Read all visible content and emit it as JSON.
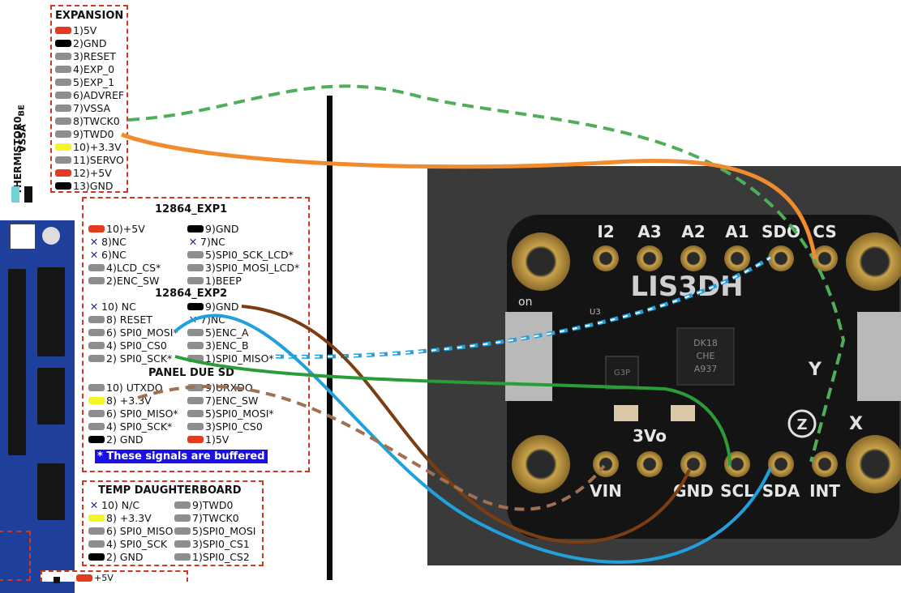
{
  "expansion": {
    "title": "EXPANSION",
    "pins": [
      {
        "label": "1)5V",
        "color": "#e23c1e"
      },
      {
        "label": "2)GND",
        "color": "#000000"
      },
      {
        "label": "3)RESET",
        "color": "#8e8e8e"
      },
      {
        "label": "4)EXP_0",
        "color": "#8e8e8e"
      },
      {
        "label": "5)EXP_1",
        "color": "#8e8e8e"
      },
      {
        "label": "6)ADVREF",
        "color": "#8e8e8e"
      },
      {
        "label": "7)VSSA",
        "color": "#8e8e8e"
      },
      {
        "label": "8)TWCK0",
        "color": "#8e8e8e"
      },
      {
        "label": "9)TWD0",
        "color": "#8e8e8e"
      },
      {
        "label": "10)+3.3V",
        "color": "#f4f428"
      },
      {
        "label": "11)SERVO",
        "color": "#8e8e8e"
      },
      {
        "label": "12)+5V",
        "color": "#e23c1e"
      },
      {
        "label": "13)GND",
        "color": "#000000"
      }
    ]
  },
  "thermistor": {
    "label": "THERMISTOR0",
    "sub": "BE",
    "vssa": "VSSA"
  },
  "exp1": {
    "title": "12864_EXP1",
    "left": [
      {
        "label": "10)+5V",
        "color": "#e23c1e"
      },
      {
        "label": "8)NC",
        "nc": true
      },
      {
        "label": "6)NC",
        "nc": true
      },
      {
        "label": "4)LCD_CS*",
        "color": "#8e8e8e"
      },
      {
        "label": "2)ENC_SW",
        "color": "#8e8e8e"
      }
    ],
    "right": [
      {
        "label": "9)GND",
        "color": "#000000"
      },
      {
        "label": "7)NC",
        "nc": true
      },
      {
        "label": "5)SPI0_SCK_LCD*",
        "color": "#8e8e8e"
      },
      {
        "label": "3)SPI0_MOSI_LCD*",
        "color": "#8e8e8e"
      },
      {
        "label": "1)BEEP",
        "color": "#8e8e8e"
      }
    ]
  },
  "exp2": {
    "title": "12864_EXP2",
    "left": [
      {
        "label": "10) NC",
        "nc": true
      },
      {
        "label": "8) RESET",
        "color": "#8e8e8e"
      },
      {
        "label": "6) SPI0_MOSI*",
        "color": "#8e8e8e"
      },
      {
        "label": "4) SPI0_CS0",
        "color": "#8e8e8e"
      },
      {
        "label": "2) SPI0_SCK*",
        "color": "#8e8e8e"
      }
    ],
    "right": [
      {
        "label": "9)GND",
        "color": "#000000"
      },
      {
        "label": "7)NC",
        "nc": true
      },
      {
        "label": "5)ENC_A",
        "color": "#8e8e8e"
      },
      {
        "label": "3)ENC_B",
        "color": "#8e8e8e"
      },
      {
        "label": "1)SPI0_MISO*",
        "color": "#8e8e8e"
      }
    ]
  },
  "paneldue": {
    "title": "PANEL DUE SD",
    "left": [
      {
        "label": "10) UTXDO",
        "color": "#8e8e8e"
      },
      {
        "label": "8) +3.3V",
        "color": "#f4f428"
      },
      {
        "label": "6) SPI0_MISO*",
        "color": "#8e8e8e"
      },
      {
        "label": "4) SPI0_SCK*",
        "color": "#8e8e8e"
      },
      {
        "label": "2) GND",
        "color": "#000000"
      }
    ],
    "right": [
      {
        "label": "9)URXDO",
        "color": "#8e8e8e"
      },
      {
        "label": "7)ENC_SW",
        "color": "#8e8e8e"
      },
      {
        "label": "5)SPI0_MOSI*",
        "color": "#8e8e8e"
      },
      {
        "label": "3)SPI0_CS0",
        "color": "#8e8e8e"
      },
      {
        "label": "1)5V",
        "color": "#e23c1e"
      }
    ]
  },
  "buffered_note": "* These signals are buffered",
  "temp": {
    "title": "TEMP  DAUGHTERBOARD",
    "left": [
      {
        "label": "10) N/C",
        "nc": true
      },
      {
        "label": "8) +3.3V",
        "color": "#f4f428"
      },
      {
        "label": "6) SPI0_MISO",
        "color": "#8e8e8e"
      },
      {
        "label": "4) SPI0_SCK",
        "color": "#8e8e8e"
      },
      {
        "label": "2) GND",
        "color": "#000000"
      }
    ],
    "right": [
      {
        "label": "9)TWD0",
        "color": "#8e8e8e"
      },
      {
        "label": "7)TWCK0",
        "color": "#8e8e8e"
      },
      {
        "label": "5)SPI0_MOSI",
        "color": "#8e8e8e"
      },
      {
        "label": "3)SPI0_CS1",
        "color": "#8e8e8e"
      },
      {
        "label": "1)SPI0_CS2",
        "color": "#8e8e8e"
      }
    ]
  },
  "bottom_pin": {
    "label": "+5V",
    "color": "#e23c1e"
  },
  "sensor": {
    "name": "LIS3DH",
    "top_pins": [
      "I2",
      "A3",
      "A2",
      "A1",
      "SDO",
      "CS"
    ],
    "bottom_pins": [
      "VIN",
      "3Vo",
      "GND",
      "SCL",
      "SDA",
      "INT"
    ],
    "chip_u3": "U3",
    "chip_text": "DK18\nCHE\nA937",
    "chip_small": "G3P",
    "axis_y": "Y",
    "axis_z": "Z",
    "axis_x": "X",
    "on_label": "on"
  },
  "wire_colors": {
    "orange": "#f28a2e",
    "green_dashed": "#4fae5a",
    "blue": "#20a0dc",
    "brown": "#7a3e12",
    "green": "#2a9d3a"
  }
}
